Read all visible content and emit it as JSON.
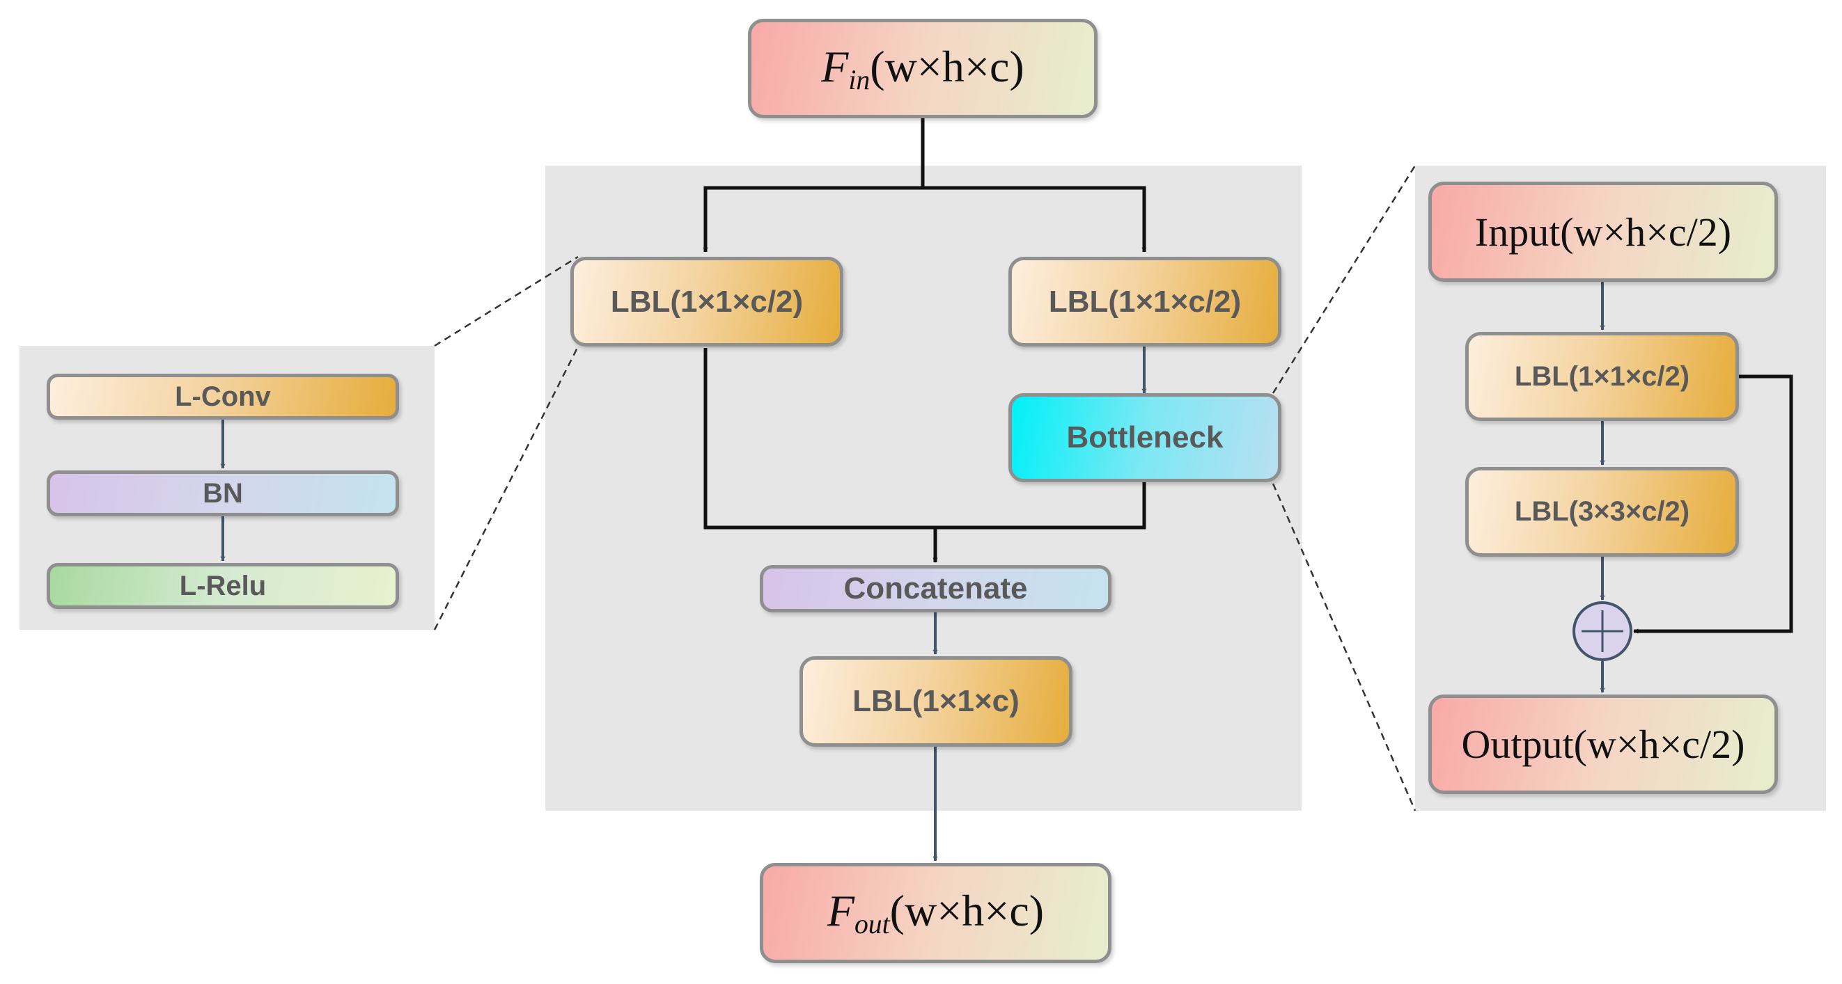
{
  "top_input": {
    "symbol": "F",
    "subscript": "in",
    "dims": "(w×h×c)"
  },
  "bottom_output": {
    "symbol": "F",
    "subscript": "out",
    "dims": "(w×h×c)"
  },
  "center": {
    "lbl_left": "LBL(1×1×c/2)",
    "lbl_right": "LBL(1×1×c/2)",
    "bottleneck": "Bottleneck",
    "concatenate": "Concatenate",
    "lbl_out": "LBL(1×1×c)"
  },
  "left_detail": {
    "conv": "L-Conv",
    "bn": "BN",
    "relu": "L-Relu"
  },
  "right_detail": {
    "input": "Input(w×h×c/2)",
    "lbl1": "LBL(1×1×c/2)",
    "lbl3": "LBL(3×3×c/2)",
    "add_symbol": "+",
    "output": "Output(w×h×c/2)"
  },
  "colors": {
    "panel": "#e6e6e6",
    "border": "#8f8f8f",
    "arrow_main": "#111111",
    "arrow_inner": "#44546a"
  }
}
